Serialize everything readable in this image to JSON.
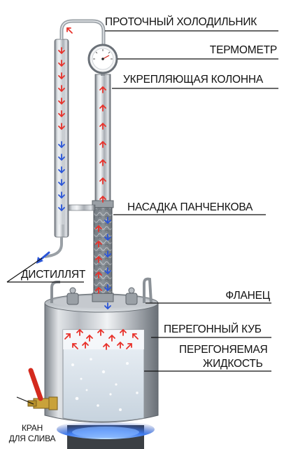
{
  "labels": {
    "cooler": "ПРОТОЧНЫЙ ХОЛОДИЛЬНИК",
    "thermometer": "ТЕРМОМЕТР",
    "column": "УКРЕПЛЯЮЩАЯ КОЛОННА",
    "nozzle": "НАСАДКА ПАНЧЕНКОВА",
    "distillate": "ДИСТИЛЛЯТ",
    "flange": "ФЛАНЕЦ",
    "cube": "ПЕРЕГОННЫЙ КУБ",
    "liquid_line1": "ПЕРЕГОНЯЕМАЯ",
    "liquid_line2": "ЖИДКОСТЬ",
    "tap_line1": "КРАН",
    "tap_line2": "ДЛЯ СЛИВА"
  },
  "colors": {
    "vapor_arrow": "#e8312a",
    "liquid_arrow": "#2a55d8",
    "steel": "#b9bec4",
    "tap_handle": "#d42a1e",
    "brass": "#c9a23a",
    "flame": "#2f6be8"
  }
}
